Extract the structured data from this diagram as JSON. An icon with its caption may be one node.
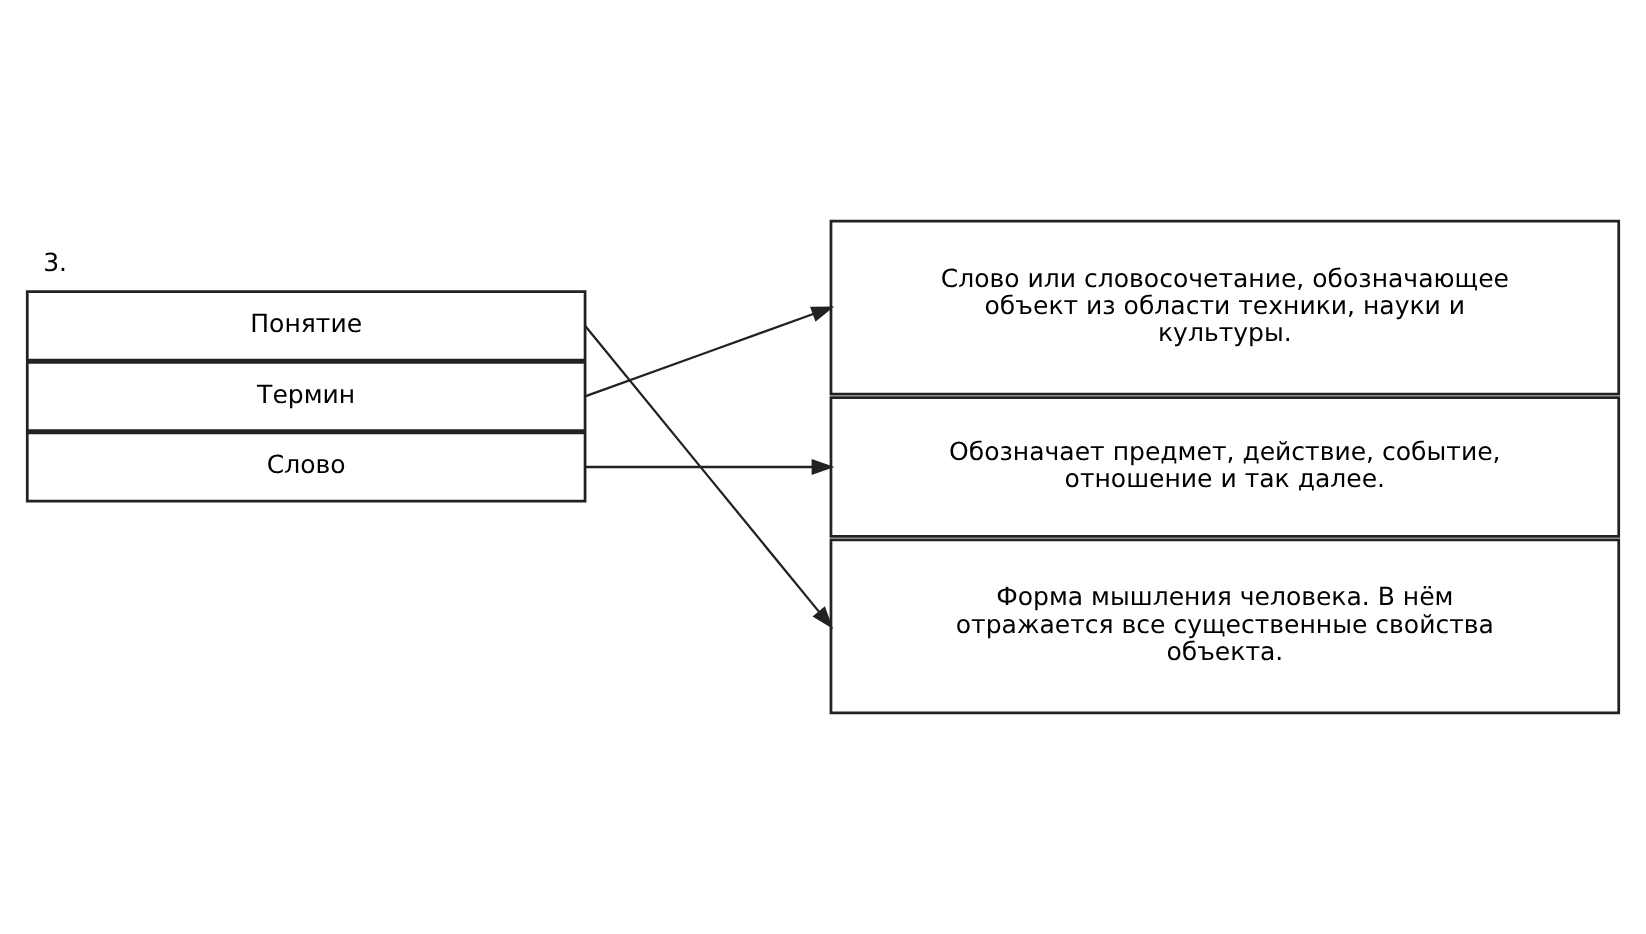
{
  "diagram": {
    "nodes": [
      {
        "text": [
          "Понятие"
        ]
      },
      {
        "text": [
          "Термин"
        ]
      },
      {
        "text": [
          "Слово"
        ]
      },
      {
        "text": [
          "Слово или словосочетание, обозначающее объект из области техники, науки и культуры."
        ]
      },
      {
        "text": [
          "Обозначает предмет, действие, событие, отношение и так далее."
        ]
      },
      {
        "text": [
          "Форма мышления человека. В нём отражается все существенные свойства объекта."
        ]
      }
    ],
    "edges": [
      {
        "from": 0,
        "to": 5,
        "arrow": "to"
      },
      {
        "from": 1,
        "to": 3,
        "arrow": "to"
      },
      {
        "from": 2,
        "to": 4,
        "arrow": "to"
      }
    ],
    "labels": [
      "3."
    ]
  }
}
